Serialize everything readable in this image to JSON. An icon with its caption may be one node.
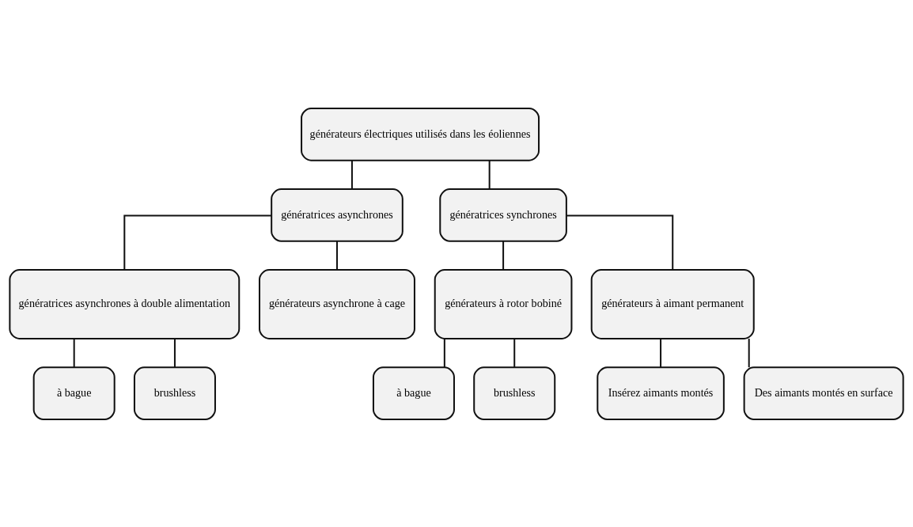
{
  "diagram": {
    "nodes": [
      {
        "text": [
          "générateurs électriques utilisés dans les éoliennes"
        ]
      },
      {
        "text": [
          "génératrices asynchrones"
        ]
      },
      {
        "text": [
          "génératrices synchrones"
        ]
      },
      {
        "text": [
          "génératrices asynchrones à double alimentation"
        ]
      },
      {
        "text": [
          "générateurs asynchrone à cage"
        ]
      },
      {
        "text": [
          "générateurs à rotor bobiné"
        ]
      },
      {
        "text": [
          "générateurs à aimant permanent"
        ]
      },
      {
        "text": [
          "à bague"
        ]
      },
      {
        "text": [
          "brushless"
        ]
      },
      {
        "text": [
          "à bague"
        ]
      },
      {
        "text": [
          "brushless"
        ]
      },
      {
        "text": [
          "Insérez aimants montés"
        ]
      },
      {
        "text": [
          "Des aimants montés en surface"
        ]
      }
    ],
    "edges": [
      {
        "from": 0,
        "to": 1,
        "arrow": "none"
      },
      {
        "from": 0,
        "to": 2,
        "arrow": "none"
      },
      {
        "from": 1,
        "to": 3,
        "arrow": "none"
      },
      {
        "from": 1,
        "to": 4,
        "arrow": "none"
      },
      {
        "from": 2,
        "to": 5,
        "arrow": "none"
      },
      {
        "from": 2,
        "to": 6,
        "arrow": "none"
      },
      {
        "from": 3,
        "to": 7,
        "arrow": "none"
      },
      {
        "from": 3,
        "to": 8,
        "arrow": "none"
      },
      {
        "from": 5,
        "to": 9,
        "arrow": "none"
      },
      {
        "from": 5,
        "to": 10,
        "arrow": "none"
      },
      {
        "from": 6,
        "to": 11,
        "arrow": "none"
      },
      {
        "from": 6,
        "to": 12,
        "arrow": "none"
      }
    ]
  }
}
